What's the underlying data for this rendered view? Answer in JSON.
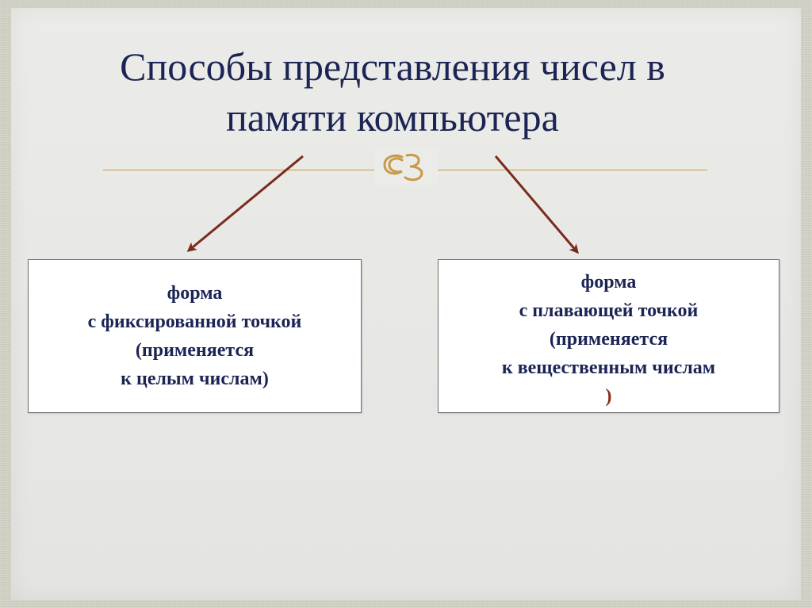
{
  "slide": {
    "title_line1": "Способы представления чисел в",
    "title_line2": "памяти компьютера",
    "ornament_icon": "curly-flourish-icon",
    "accent_color": "#c99a4a",
    "arrow_color": "#7a2b1b"
  },
  "boxes": [
    {
      "lines": [
        "форма",
        "с фиксированной точкой",
        "(применяется",
        "к целым числам)"
      ]
    },
    {
      "lines": [
        "форма",
        "с плавающей точкой",
        "(применяется",
        "к вещественным числам"
      ],
      "closing_paren": ")"
    }
  ]
}
